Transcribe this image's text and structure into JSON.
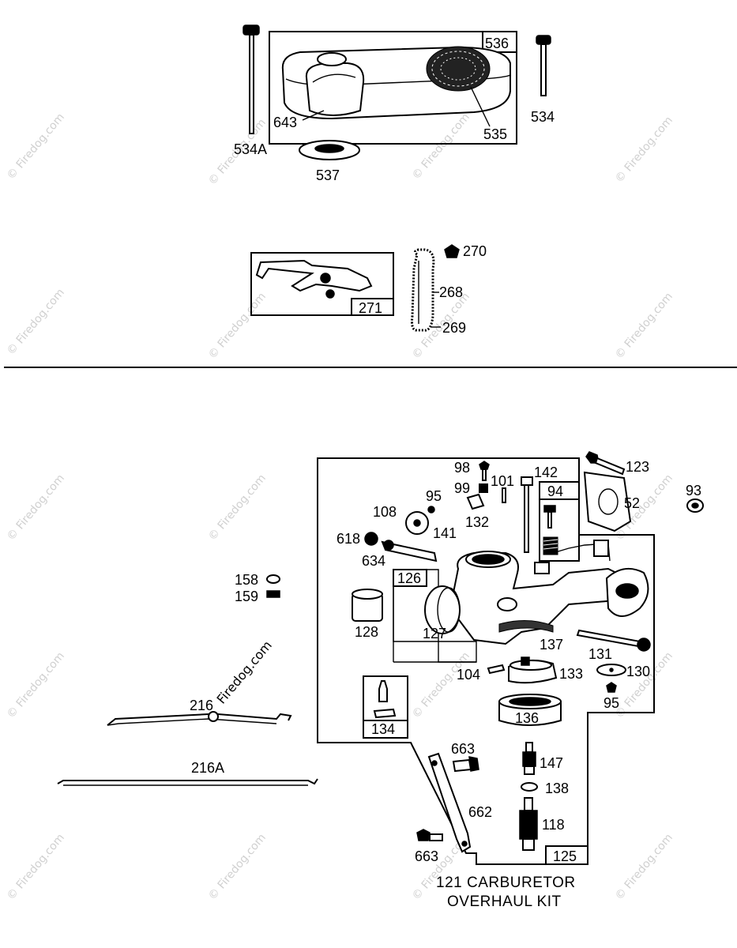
{
  "watermark": "© Firedog.com",
  "watermark_accent": "Firedog.com",
  "labels": {
    "p536": "536",
    "p534": "534",
    "p534a": "534A",
    "p643": "643",
    "p535": "535",
    "p537": "537",
    "p270": "270",
    "p268": "268",
    "p269": "269",
    "p271": "271",
    "p98": "98",
    "p142": "142",
    "p123": "123",
    "p93": "93",
    "p99": "99",
    "p101": "101",
    "p94": "94",
    "p95a": "95",
    "p52": "52",
    "p108": "108",
    "p132": "132",
    "p141": "141",
    "p618": "618",
    "p634": "634",
    "p126": "126",
    "p158": "158",
    "p159": "159",
    "p128": "128",
    "p127": "127",
    "p137": "137",
    "p131": "131",
    "p104": "104",
    "p133": "133",
    "p130": "130",
    "p95b": "95",
    "p216": "216",
    "p136": "136",
    "p134": "134",
    "p663a": "663",
    "p147": "147",
    "p216a": "216A",
    "p138": "138",
    "p662": "662",
    "p118": "118",
    "p663b": "663",
    "p125": "125"
  },
  "kit_title": {
    "line1": "121 CARBURETOR",
    "line2": "OVERHAUL KIT"
  }
}
